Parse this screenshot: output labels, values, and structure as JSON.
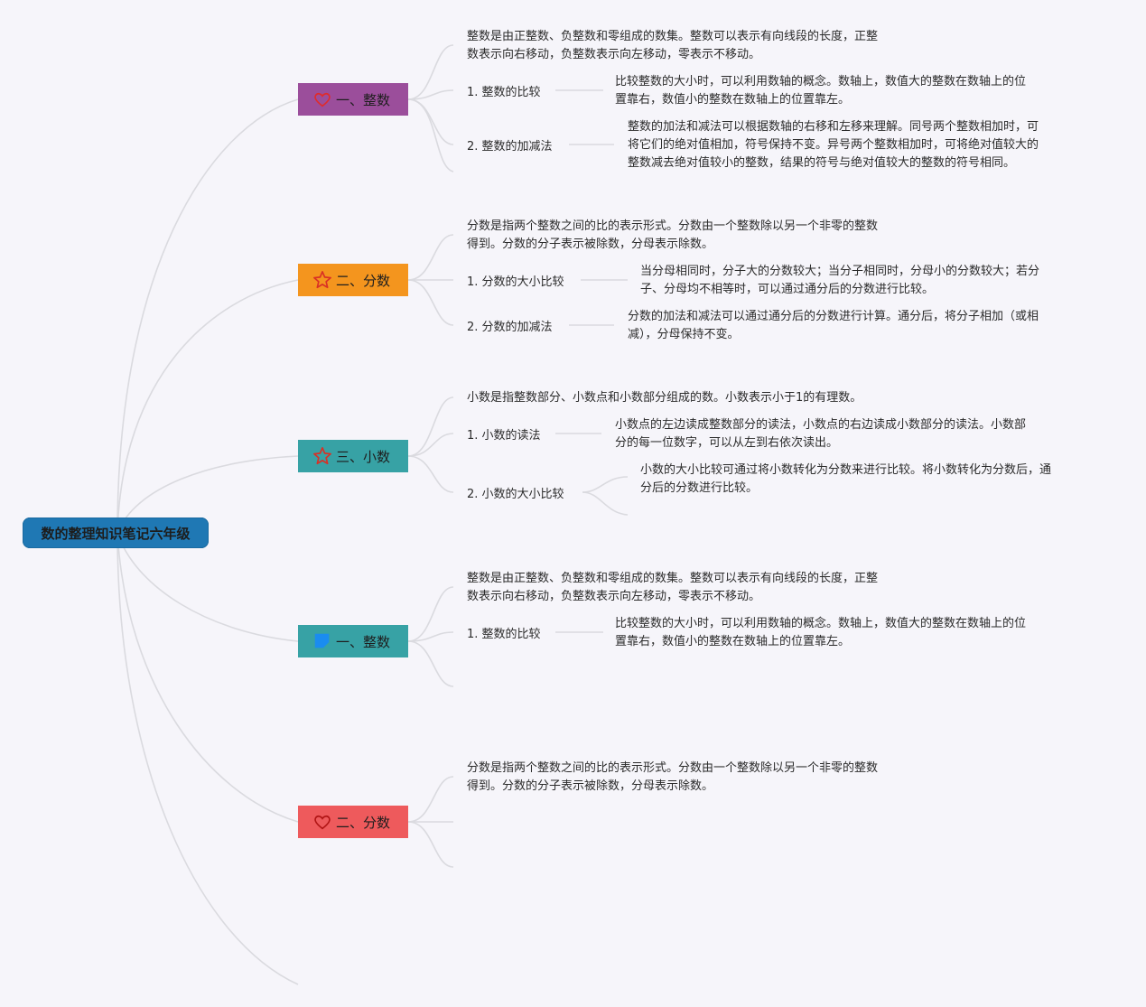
{
  "root": {
    "label": "数的整理知识笔记六年级"
  },
  "colors": {
    "root": "#1f78b4",
    "branch_1": "#9b4e9b",
    "branch_2": "#f4951e",
    "branch_3": "#37a2a5",
    "branch_4": "#37a2a5",
    "branch_5": "#ee5a5c",
    "connector": "#dadadf"
  },
  "branches": [
    {
      "label": "一、整数",
      "icon": "heart-outline-icon",
      "desc": [
        "整数是由正整数、负整数和零组成的数集。整数可以表示有向线段的长度，正整",
        "数表示向右移动，负整数表示向左移动，零表示不移动。"
      ],
      "subs": [
        {
          "label": "1. 整数的比较",
          "detail": [
            "比较整数的大小时，可以利用数轴的概念。数轴上，数值大的整数在数轴上的位",
            "置靠右，数值小的整数在数轴上的位置靠左。"
          ]
        },
        {
          "label": "2. 整数的加减法",
          "detail": [
            "整数的加法和减法可以根据数轴的右移和左移来理解。同号两个整数相加时，可",
            "将它们的绝对值相加，符号保持不变。异号两个整数相加时，可将绝对值较大的",
            "整数减去绝对值较小的整数，结果的符号与绝对值较大的整数的符号相同。"
          ]
        }
      ]
    },
    {
      "label": "二、分数",
      "icon": "star-outline-icon",
      "desc": [
        "分数是指两个整数之间的比的表示形式。分数由一个整数除以另一个非零的整数",
        "得到。分数的分子表示被除数，分母表示除数。"
      ],
      "subs": [
        {
          "label": "1. 分数的大小比较",
          "detail": [
            "当分母相同时，分子大的分数较大；当分子相同时，分母小的分数较大；若分",
            "子、分母均不相等时，可以通过通分后的分数进行比较。"
          ]
        },
        {
          "label": "2. 分数的加减法",
          "detail": [
            "分数的加法和减法可以通过通分后的分数进行计算。通分后，将分子相加（或相",
            "减），分母保持不变。"
          ]
        }
      ]
    },
    {
      "label": "三、小数",
      "icon": "star-outline-icon",
      "desc": [
        "小数是指整数部分、小数点和小数部分组成的数。小数表示小于1的有理数。"
      ],
      "subs": [
        {
          "label": "1. 小数的读法",
          "detail": [
            "小数点的左边读成整数部分的读法，小数点的右边读成小数部分的读法。小数部",
            "分的每一位数字，可以从左到右依次读出。"
          ]
        },
        {
          "label": "2. 小数的大小比较",
          "detail": [
            "小数的大小比较可通过将小数转化为分数来进行比较。将小数转化为分数后，通",
            "分后的分数进行比较。"
          ]
        }
      ]
    },
    {
      "label": "一、整数",
      "icon": "blue-square-icon",
      "desc": [
        "整数是由正整数、负整数和零组成的数集。整数可以表示有向线段的长度，正整",
        "数表示向右移动，负整数表示向左移动，零表示不移动。"
      ],
      "subs": [
        {
          "label": "1. 整数的比较",
          "detail": [
            "比较整数的大小时，可以利用数轴的概念。数轴上，数值大的整数在数轴上的位",
            "置靠右，数值小的整数在数轴上的位置靠左。"
          ]
        }
      ]
    },
    {
      "label": "二、分数",
      "icon": "heart-outline-icon",
      "desc": [
        "分数是指两个整数之间的比的表示形式。分数由一个整数除以另一个非零的整数",
        "得到。分数的分子表示被除数，分母表示除数。"
      ],
      "subs": []
    }
  ]
}
